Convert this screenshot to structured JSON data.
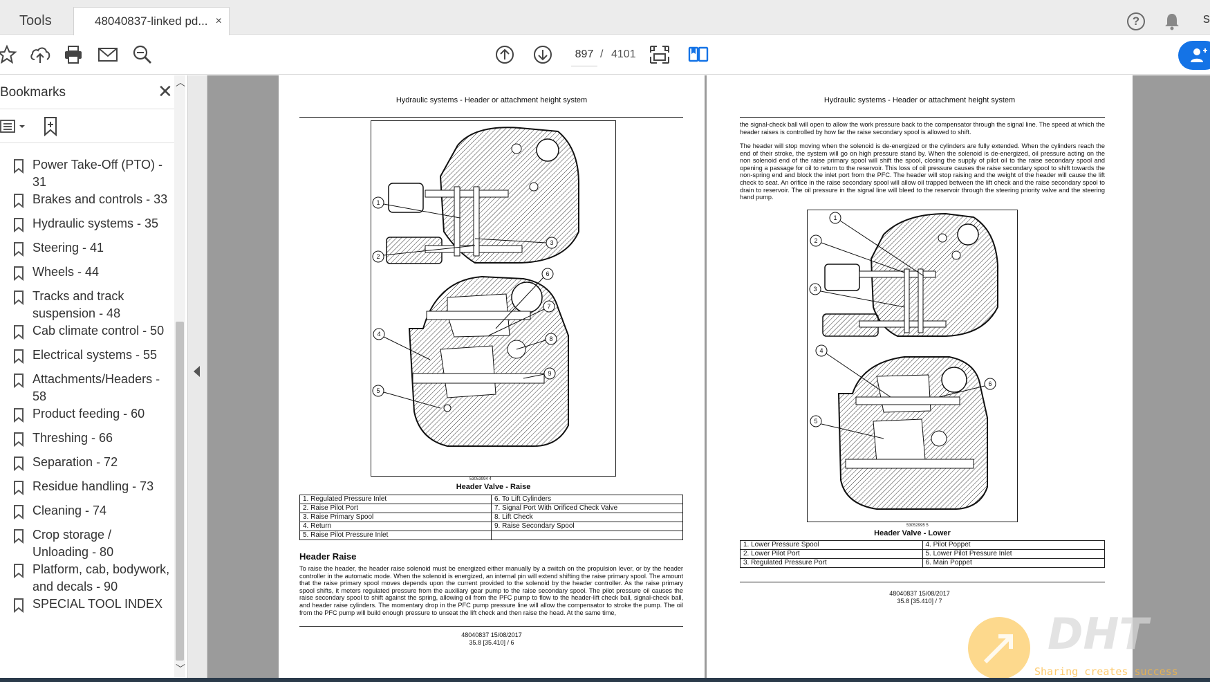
{
  "tabs": {
    "tools_label": "Tools",
    "document_label": "48040837-linked pd...",
    "close_glyph": "×"
  },
  "header_icons": {
    "help": "?",
    "edge_letter": "s"
  },
  "toolbar": {
    "current_page": "897",
    "separator": "/",
    "total_pages": "4101",
    "icons": [
      "star-icon",
      "upload-icon",
      "print-icon",
      "mail-icon",
      "zoom-out-icon",
      "page-up-icon",
      "page-down-icon",
      "page-fit-icon",
      "two-page-view-icon",
      "share-icon"
    ]
  },
  "bookmarks": {
    "title": "Bookmarks",
    "close_glyph": "✕",
    "items": [
      "Power Take-Off (PTO) - 31",
      "Brakes and controls - 33",
      "Hydraulic systems - 35",
      "Steering - 41",
      "Wheels - 44",
      "Tracks and track suspension - 48",
      "Cab climate control - 50",
      "Electrical systems - 55",
      "Attachments/Headers - 58",
      "Product feeding - 60",
      "Threshing - 66",
      "Separation - 72",
      "Residue handling - 73",
      "Cleaning - 74",
      "Crop storage / Unloading - 80",
      "Platform, cab, bodywork, and decals - 90",
      "SPECIAL TOOL INDEX"
    ]
  },
  "left_page": {
    "header": "Hydraulic systems - Header or attachment height system",
    "figure_id": "53053994 4",
    "caption": "Header Valve - Raise",
    "callouts": [
      "1",
      "2",
      "3",
      "4",
      "5",
      "6",
      "7",
      "8",
      "9"
    ],
    "legend": [
      [
        "1. Regulated Pressure Inlet",
        "6. To Lift Cylinders"
      ],
      [
        "2. Raise Pilot Port",
        "7. Signal Port With Orificed Check Valve"
      ],
      [
        "3. Raise Primary Spool",
        "8. Lift Check"
      ],
      [
        "4. Return",
        "9. Raise Secondary Spool"
      ],
      [
        "5. Raise Pilot Pressure Inlet",
        ""
      ]
    ],
    "section_title": "Header Raise",
    "body": "To raise the header, the header raise solenoid must be energized either manually by a switch on the propulsion lever, or by the header controller in the automatic mode. When the solenoid is energized, an internal pin will extend shifting the raise primary spool. The amount that the raise primary spool moves depends upon the current provided to the solenoid by the header controller. As the raise primary spool shifts, it meters regulated pressure from the auxiliary gear pump to the raise secondary spool. The pilot pressure oil causes the raise secondary spool to shift against the spring, allowing oil from the PFC pump to flow to the header-lift check ball, signal-check ball, and header raise cylinders. The momentary drop in the PFC pump pressure line will allow the compensator to stroke the pump. The oil from the PFC pump will build enough pressure to unseat the lift check and then raise the head. At the same time,",
    "footer_line1": "48040837 15/08/2017",
    "footer_line2": "35.8 [35.410] / 6"
  },
  "right_page": {
    "header": "Hydraulic systems - Header or attachment height system",
    "para1": "the signal-check ball will open to allow the work pressure back to the compensator through the signal line. The speed at which the header raises is controlled by how far the raise secondary spool is allowed to shift.",
    "para2": "The header will stop moving when the solenoid is de-energized or the cylinders are fully extended. When the cylinders reach the end of their stroke, the system will go on high pressure stand by. When the solenoid is de-energized, oil pressure acting on the non solenoid end of the raise primary spool will shift the spool, closing the supply of pilot oil to the raise secondary spool and opening a passage for oil to return to the reservoir. This loss of oil pressure causes the raise secondary spool to shift towards the non-spring end and block the inlet port from the PFC. The header will stop raising and the weight of the header will cause the lift check to seat. An orifice in the raise secondary spool will allow oil trapped between the lift check and the raise secondary spool to drain to reservoir. The oil pressure in the signal line will bleed to the reservoir through the steering priority valve and the steering hand pump.",
    "figure_id": "53052995 5",
    "caption": "Header Valve - Lower",
    "callouts": [
      "1",
      "2",
      "3",
      "4",
      "5",
      "6"
    ],
    "legend": [
      [
        "1. Lower Pressure Spool",
        "4. Pilot Poppet"
      ],
      [
        "2. Lower Pilot Port",
        "5. Lower Pilot Pressure Inlet"
      ],
      [
        "3. Regulated Pressure Port",
        "6. Main Poppet"
      ]
    ],
    "footer_line1": "48040837 15/08/2017",
    "footer_line2": "35.8 [35.410] / 7"
  },
  "watermark": {
    "logo": "DHT",
    "tagline": "Sharing creates success"
  }
}
